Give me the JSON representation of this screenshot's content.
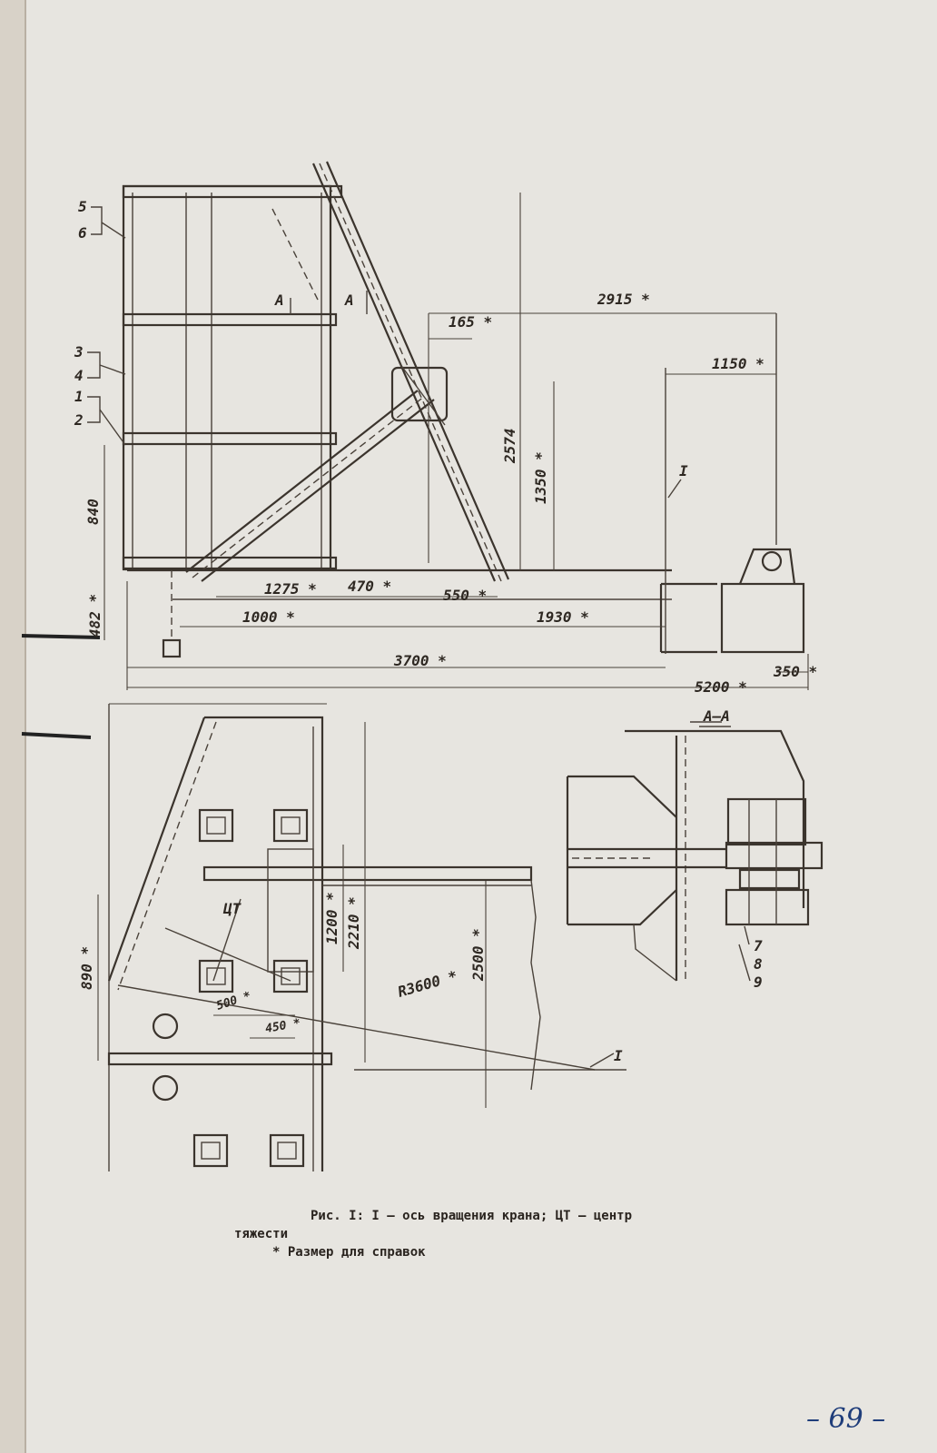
{
  "dimensions": {
    "d2915": "2915 *",
    "d165": "165 *",
    "d1150": "1150 *",
    "d2574": "2574",
    "d1350": "1350 *",
    "d840": "840",
    "d482": "482 *",
    "d1275": "1275 *",
    "d470": "470 *",
    "d550": "550 *",
    "d1000": "1000 *",
    "d1930": "1930 *",
    "d3700": "3700 *",
    "d5200": "5200 *",
    "d350": "350 *",
    "d1200": "1200 *",
    "d2210": "2210 *",
    "d2500": "2500 *",
    "d890": "890 *",
    "d500": "500 *",
    "d450": "450 *",
    "r3600": "R3600 *"
  },
  "labels": {
    "part5": "5",
    "part6": "6",
    "part3": "3",
    "part4": "4",
    "part1": "1",
    "part2": "2",
    "part7": "7",
    "part8": "8",
    "part9": "9",
    "axis_top": "I",
    "axis_bottom": "I",
    "section_a_left": "A",
    "section_a_right": "A",
    "section_title": "A–A",
    "center_of_gravity": "ЦТ"
  },
  "caption": {
    "line1": "Рис. I: I – ось вращения крана; ЦТ – центр",
    "line2": "тяжести",
    "line3": "* Размер для справок"
  },
  "page_number": "– 69 –"
}
